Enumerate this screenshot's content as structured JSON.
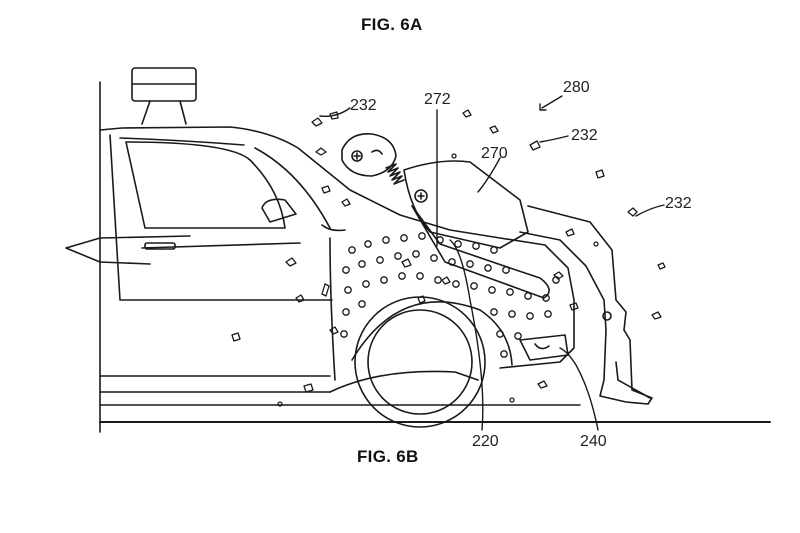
{
  "figure_top": {
    "label": "FIG. 6A"
  },
  "figure_bottom": {
    "label": "FIG. 6B"
  },
  "callouts": {
    "c232a": "232",
    "c272": "272",
    "c280": "280",
    "c232b": "232",
    "c270": "270",
    "c232c": "232",
    "c220": "220",
    "c240": "240"
  }
}
